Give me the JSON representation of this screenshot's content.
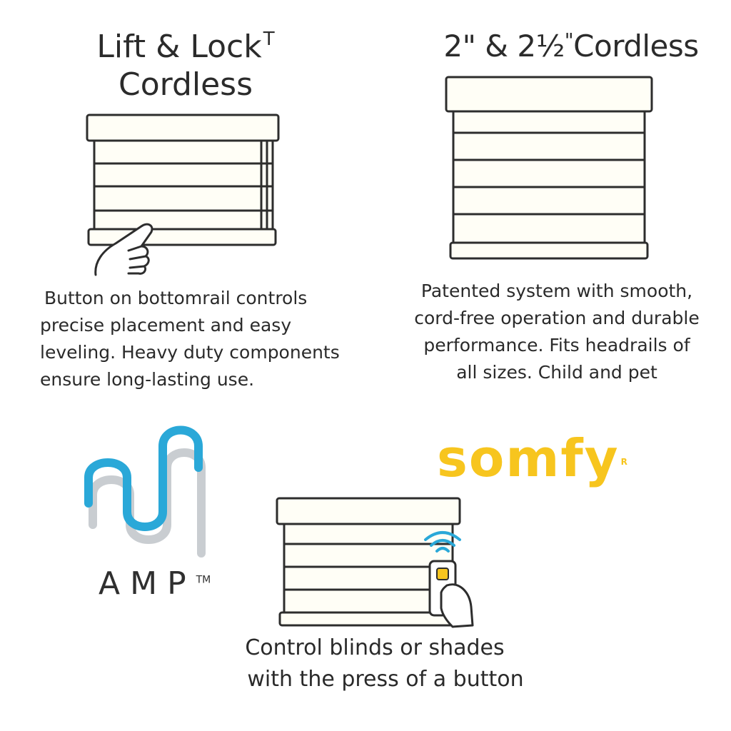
{
  "panels": {
    "lift_lock": {
      "title_line1": "Lift & Lock",
      "title_mark": "T",
      "title_line2": "Cordless",
      "description_lines": [
        "Button on bottomrail controls",
        "precise placement and easy",
        "leveling. Heavy duty components",
        "ensure long-lasting use."
      ]
    },
    "cordless": {
      "title_part1": "2\"",
      "title_part2": " & 2½",
      "title_mark": "\"",
      "title_part3": "Cordless",
      "description_lines": [
        "Patented system with smooth,",
        "cord-free operation and durable",
        "performance. Fits headrails of",
        "all sizes. Child and pet"
      ]
    },
    "motorized": {
      "caption_lines": [
        "Control blinds or shades",
        "with the press of a button"
      ]
    }
  },
  "logos": {
    "amp": {
      "word": "AMP",
      "mark": "TM",
      "colors": {
        "blue": "#2aa8d8",
        "gray": "#c9cdd1",
        "text": "#2f2f2f"
      }
    },
    "somfy": {
      "word": "somfy",
      "mark": "R",
      "color": "#f7c51e"
    }
  },
  "icons": {
    "hand": "pointing-hand-icon",
    "remote": "remote-control-icon",
    "signal": "wireless-signal-icon"
  },
  "colors": {
    "blind_fill": "#fffef6",
    "outline": "#2d2d2d"
  }
}
